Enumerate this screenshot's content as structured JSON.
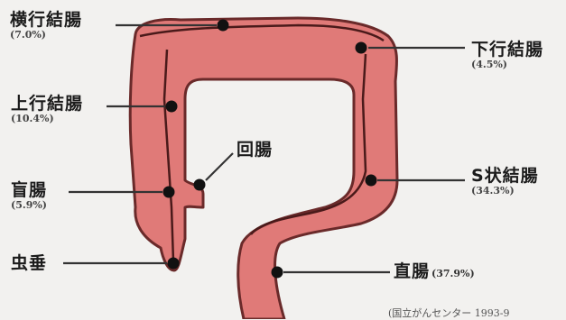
{
  "segments": {
    "transverse": {
      "name": "横行結腸",
      "pct": "(7.0%)"
    },
    "ascending": {
      "name": "上行結腸",
      "pct": "(10.4%)"
    },
    "cecum": {
      "name": "盲腸",
      "pct": "(5.9%)"
    },
    "appendix": {
      "name": "虫垂"
    },
    "ileum": {
      "name": "回腸"
    },
    "descending": {
      "name": "下行結腸",
      "pct": "(4.5%)"
    },
    "sigmoid": {
      "name": "S状結腸",
      "pct": "(34.3%)"
    },
    "rectum": {
      "name": "直腸",
      "pct": "(37.9%)"
    }
  },
  "footer": {
    "text": "(国立がんセンター 1993-9"
  },
  "colors": {
    "colon_fill": "#e07a78",
    "colon_outline": "#5a2222",
    "dot": "#111111",
    "leader_line": "#333333",
    "background": "#f2f1ef"
  }
}
